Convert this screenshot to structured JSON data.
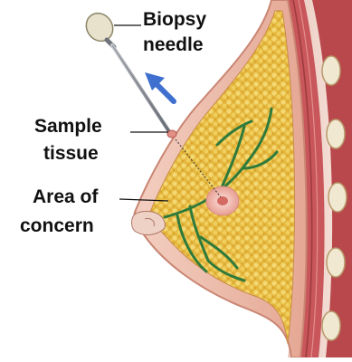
{
  "labels": {
    "needle_line1": "Biopsy",
    "needle_line2": "needle",
    "sample_line1": "Sample",
    "sample_line2": "tissue",
    "area_line1": "Area of",
    "area_line2": "concern"
  },
  "colors": {
    "skin": "#e9b9a6",
    "skin_edge": "#c98572",
    "fat": "#e8c14a",
    "fat_dots": "#f3d36a",
    "ducts": "#2f7a3a",
    "muscle": "#c8565a",
    "rib": "#efe6cf",
    "arrow": "#3f6fcf",
    "needle": "#8a8d94",
    "lesion": "#f2b9b0"
  },
  "icons": {
    "arrow": "arrow-up-left-icon"
  }
}
